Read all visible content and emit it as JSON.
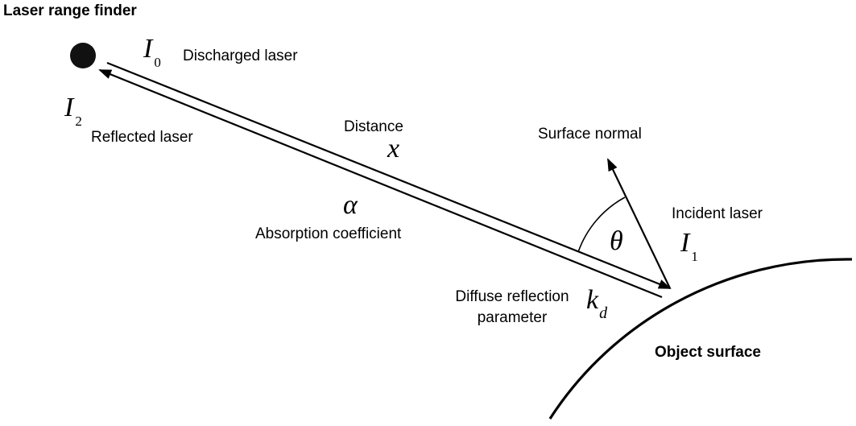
{
  "labels": {
    "range_finder": "Laser range finder",
    "discharged": "Discharged laser",
    "reflected": "Reflected laser",
    "distance": "Distance",
    "surface_normal": "Surface normal",
    "incident": "Incident laser",
    "absorption": "Absorption coefficient",
    "diffuse_line1": "Diffuse reflection",
    "diffuse_line2": "parameter",
    "object_surface": "Object surface"
  },
  "symbols": {
    "I0_base": "I",
    "I0_sub": "0",
    "I1_base": "I",
    "I1_sub": "1",
    "I2_base": "I",
    "I2_sub": "2",
    "x": "x",
    "alpha": "α",
    "theta": "θ",
    "kd_base": "k",
    "kd_sub": "d"
  },
  "colors": {
    "ink": "#000000",
    "background": "#ffffff"
  }
}
